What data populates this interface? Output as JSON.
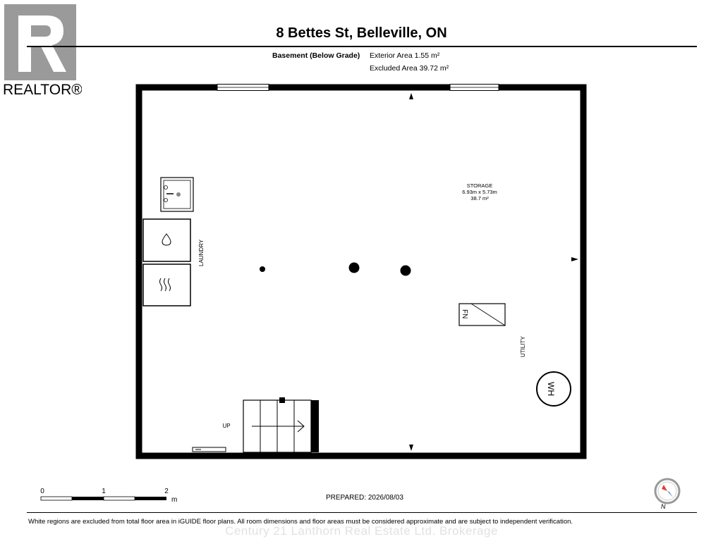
{
  "branding": {
    "logo_text": "REALTOR®"
  },
  "header": {
    "address": "8 Bettes St, Belleville, ON",
    "level_name": "Basement (Below Grade)",
    "exterior_area": "Exterior Area 1.55 m²",
    "excluded_area": "Excluded Area 39.72 m²"
  },
  "rooms": {
    "storage_name": "STORAGE",
    "storage_dims": "6.93m x 5.73m",
    "storage_area": "38.7 m²",
    "laundry": "LAUNDRY",
    "utility": "UTILITY",
    "stairs_label": "UP",
    "furnace": "FN",
    "water_heater": "WH"
  },
  "scale_bar": {
    "labels": [
      "0",
      "1",
      "2"
    ],
    "unit": "m"
  },
  "compass": {
    "label": "N"
  },
  "footer": {
    "prepared": "PREPARED: 2026/08/03",
    "disclaimer": "White regions are excluded from total floor area in iGUIDE floor plans. All room dimensions and floor areas must be considered approximate and are subject to independent verification.",
    "watermark": "Century 21 Lanthorn Real Estate Ltd. Brokerage"
  },
  "colors": {
    "wall": "#000000",
    "logo_gray": "#9a9a9a",
    "compass_red": "#e0413a",
    "compass_blue": "#5a86c8"
  }
}
